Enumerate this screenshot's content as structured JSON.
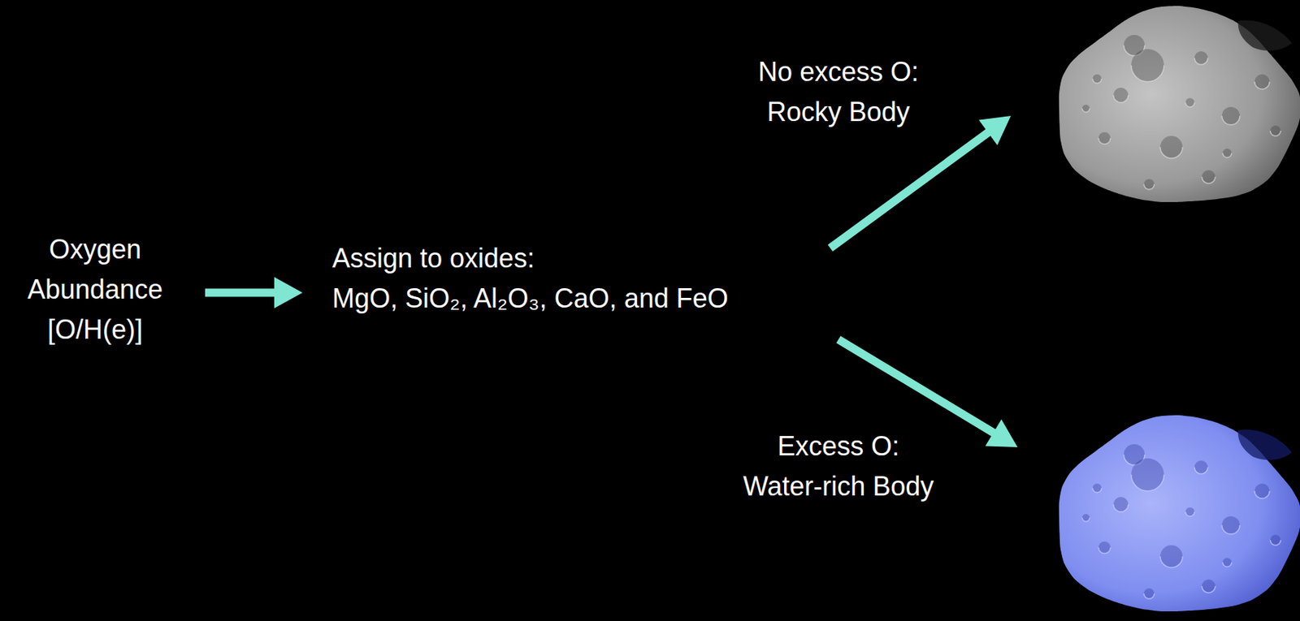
{
  "diagram": {
    "nodes": [
      {
        "text": [
          "Oxygen Abundance [O/H(e)]"
        ]
      },
      {
        "text": [
          "Assign to oxides:",
          "MgO, SiO₂, Al₂O₃, CaO, and FeO"
        ]
      },
      {
        "text": [
          "No excess O: Rocky Body"
        ]
      },
      {
        "text": [
          "Excess O: Water-rich Body"
        ]
      }
    ],
    "edges": [
      {
        "from": 0,
        "to": 1,
        "arrow": "to"
      },
      {
        "from": 1,
        "to": 2,
        "arrow": "to"
      },
      {
        "from": 1,
        "to": 3,
        "arrow": "to"
      }
    ]
  }
}
